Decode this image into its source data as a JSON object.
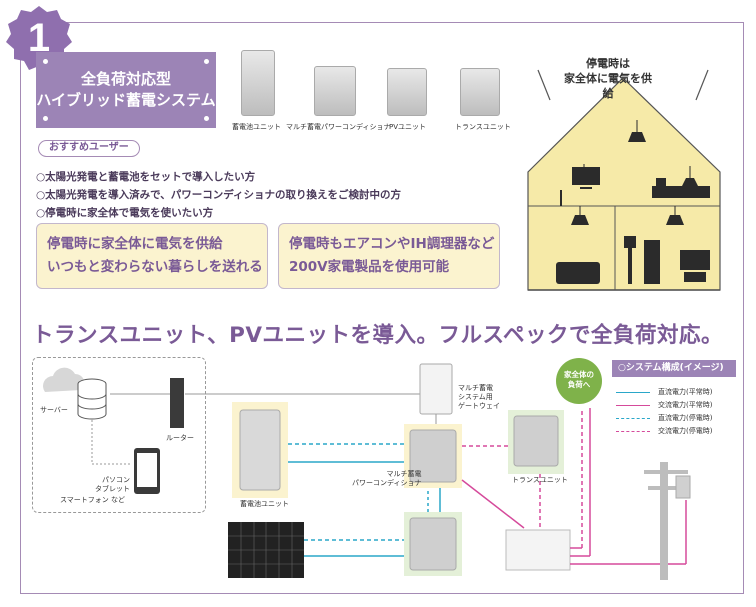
{
  "badge": {
    "number": "1"
  },
  "title": {
    "line1": "全負荷対応型",
    "line2": "ハイブリッド蓄電システム"
  },
  "products": [
    {
      "label": "蓄電池ユニット"
    },
    {
      "label": "マルチ蓄電パワーコンディショナ"
    },
    {
      "label": "PVユニット"
    },
    {
      "label": "トランスユニット"
    }
  ],
  "recommend": {
    "label": "おすすめユーザー",
    "items": [
      "○太陽光発電と蓄電池をセットで導入したい方",
      "○太陽光発電を導入済みで、パワーコンディショナの取り換えをご検討中の方",
      "○停電時に家全体で電気を使いたい方"
    ]
  },
  "features": [
    {
      "line1": "停電時に家全体に電気を供給",
      "line2": "いつもと変わらない暮らしを送れる"
    },
    {
      "line1": "停電時もエアコンやIH調理器など",
      "line2": "200V家電製品を使用可能"
    }
  ],
  "house": {
    "line1": "停電時は",
    "line2": "家全体に電気を供給"
  },
  "headline": "トランスユニット、PVユニットを導入。フルスペックで全負荷対応。",
  "legend": {
    "title": "○システム構成(イメージ)",
    "items": [
      {
        "label": "直流電力(平常時)",
        "color": "#2aa7c9",
        "style": "solid"
      },
      {
        "label": "交流電力(平常時)",
        "color": "#d54a9b",
        "style": "solid"
      },
      {
        "label": "直流電力(停電時)",
        "color": "#2aa7c9",
        "style": "dashed"
      },
      {
        "label": "交流電力(停電時)",
        "color": "#d54a9b",
        "style": "dashed"
      }
    ]
  },
  "diagram": {
    "server": "サーバー",
    "router": "ルーター",
    "devices": [
      "パソコン",
      "タブレット",
      "スマートフォン など"
    ],
    "gateway": [
      "マルチ蓄電",
      "システム用",
      "ゲートウェイ"
    ],
    "battery": "蓄電池ユニット",
    "pcs": [
      "マルチ蓄電",
      "パワーコンディショナ"
    ],
    "transformer": "トランスユニット",
    "house_supply": [
      "家全体の",
      "負荷へ"
    ]
  },
  "colors": {
    "accent": "#9c84b6",
    "dc": "#2aa7c9",
    "ac": "#d54a9b",
    "feature_bg": "#fbf3cf",
    "house_bg": "#f6eaa8"
  }
}
